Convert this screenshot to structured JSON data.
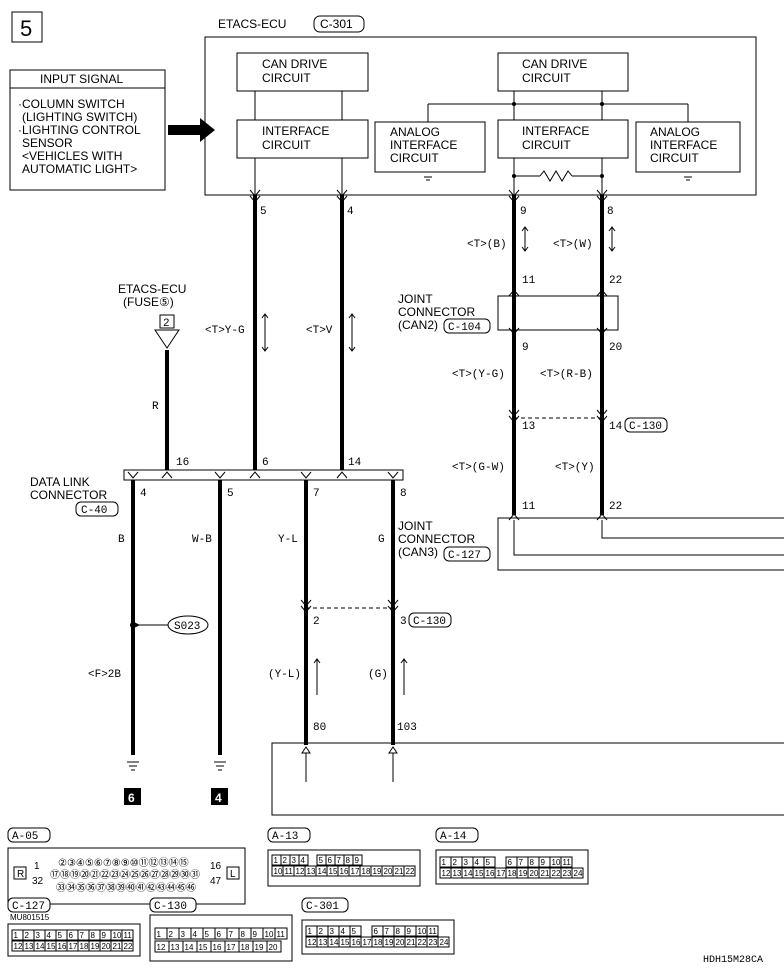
{
  "section_number": "5",
  "ecu_label": "ETACS-ECU",
  "ecu_connector": "C-301",
  "input_signal": {
    "title": "INPUT SIGNAL",
    "lines": [
      "·COLUMN SWITCH",
      "(LIGHTING SWITCH)",
      "·LIGHTING CONTROL",
      "SENSOR",
      "<VEHICLES WITH",
      "AUTOMATIC LIGHT>"
    ]
  },
  "ecu_blocks": {
    "can_drive_1": [
      "CAN DRIVE",
      "CIRCUIT"
    ],
    "interface_1": [
      "INTERFACE",
      "CIRCUIT"
    ],
    "analog_1": [
      "ANALOG",
      "INTERFACE",
      "CIRCUIT"
    ],
    "can_drive_2": [
      "CAN DRIVE",
      "CIRCUIT"
    ],
    "interface_2": [
      "INTERFACE",
      "CIRCUIT"
    ],
    "analog_2": [
      "ANALOG",
      "INTERFACE",
      "CIRCUIT"
    ]
  },
  "pins": {
    "ecu_5": "5",
    "ecu_4": "4",
    "ecu_9": "9",
    "ecu_8": "8",
    "jc2_11": "11",
    "jc2_22": "22",
    "jc2_9": "9",
    "jc2_20": "20",
    "c130_13": "13",
    "c130_14": "14",
    "jc3_11": "11",
    "jc3_22": "22",
    "dlc_16": "16",
    "dlc_6": "6",
    "dlc_14": "14",
    "dlc_4": "4",
    "dlc_5": "5",
    "dlc_7": "7",
    "dlc_8": "8",
    "c130_2": "2",
    "c130_3": "3",
    "bot_80": "80",
    "bot_103": "103",
    "fuse_pin": "2"
  },
  "wire_labels": {
    "tB": "<T>(B)",
    "tW": "<T>(W)",
    "tYG": "<T>Y-G",
    "tV": "<T>V",
    "tYG2": "<T>(Y-G)",
    "tRB": "<T>(R-B)",
    "tGW": "<T>(G-W)",
    "tY": "<T>(Y)",
    "R": "R",
    "B": "B",
    "WB": "W-B",
    "YL": "Y-L",
    "G": "G",
    "F2B": "<F>2B",
    "YL2": "(Y-L)",
    "G2": "(G)"
  },
  "fuse": {
    "label": "ETACS-ECU",
    "sub": "(FUSE⑤)"
  },
  "joint2": {
    "lines": [
      "JOINT",
      "CONNECTOR",
      "(CAN2)"
    ],
    "connector": "C-104"
  },
  "joint3": {
    "lines": [
      "JOINT",
      "CONNECTOR",
      "(CAN3)"
    ],
    "connector": "C-127"
  },
  "dlc": {
    "lines": [
      "DATA LINK",
      "CONNECTOR"
    ],
    "connector": "C-40"
  },
  "c130_label": "C-130",
  "splice": "S023",
  "ground_6": "6",
  "ground_4": "4",
  "connector_views": {
    "a05": "A-05",
    "a05_r": "R",
    "a05_l": "L",
    "a05_p1": "1",
    "a05_p32": "32",
    "a05_p16": "16",
    "a05_p47": "47",
    "a05_row1": "②③④⑤⑥⑦⑧⑨⑩⑪⑫⑬⑭⑮",
    "a05_row2": "⑰⑱⑲⑳㉑㉒㉓㉔㉕㉖㉗㉘㉙㉚㉛",
    "a05_row3": "㉝㉞㉟㊱㊲㊳㊴㊵㊶㊷㊸㊹㊺㊻",
    "a13": "A-13",
    "a13_r1": [
      "1",
      "2",
      "3",
      "4",
      "5",
      "6",
      "7",
      "8",
      "9"
    ],
    "a13_r2": [
      "10",
      "11",
      "12",
      "13",
      "14",
      "15",
      "16",
      "17",
      "18",
      "19",
      "20",
      "21",
      "22"
    ],
    "a14": "A-14",
    "a14_r1": [
      "1",
      "2",
      "3",
      "4",
      "5",
      "6",
      "7",
      "8",
      "9",
      "10",
      "11"
    ],
    "a14_r2": [
      "12",
      "13",
      "14",
      "15",
      "16",
      "17",
      "18",
      "19",
      "20",
      "21",
      "22",
      "23",
      "24"
    ],
    "c127": "C-127",
    "c127_part": "MU801515",
    "c127_r1": [
      "1",
      "2",
      "3",
      "4",
      "5",
      "6",
      "7",
      "8",
      "9",
      "10",
      "11"
    ],
    "c127_r2": [
      "12",
      "13",
      "14",
      "15",
      "16",
      "17",
      "18",
      "19",
      "20",
      "21",
      "22"
    ],
    "c130": "C-130",
    "c130_r1": [
      "1",
      "2",
      "3",
      "4",
      "5",
      "6",
      "7",
      "8",
      "9",
      "10",
      "11"
    ],
    "c130_r2": [
      "12",
      "13",
      "14",
      "15",
      "16",
      "17",
      "18",
      "19",
      "20"
    ],
    "c301": "C-301",
    "c301_r1": [
      "1",
      "2",
      "3",
      "4",
      "5",
      "6",
      "7",
      "8",
      "9",
      "10",
      "11"
    ],
    "c301_r2": [
      "12",
      "13",
      "14",
      "15",
      "16",
      "17",
      "18",
      "19",
      "20",
      "21",
      "22",
      "23",
      "24"
    ]
  },
  "figure_code": "HDH15M28CA"
}
